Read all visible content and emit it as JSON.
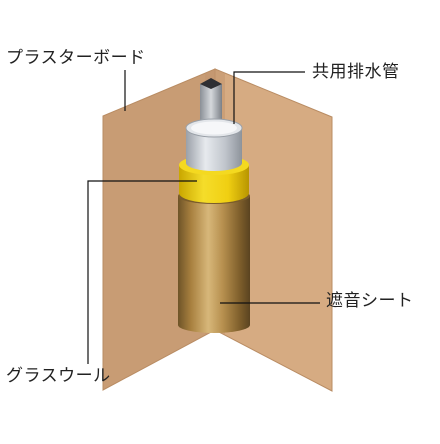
{
  "labels": {
    "plasterboard": "プラスターボード",
    "drain_pipe": "共用排水管",
    "sound_sheet": "遮音シート",
    "glass_wool": "グラスウール"
  },
  "colors": {
    "board_left": "#c89c74",
    "board_right": "#d6ab82",
    "board_edge": "#b98c63",
    "pipe_steel": "#c8ccd2",
    "glass_wool_yellow": "#f2d21a",
    "sound_sheet_bronze": "#b78e55",
    "leader_line": "#111111"
  }
}
